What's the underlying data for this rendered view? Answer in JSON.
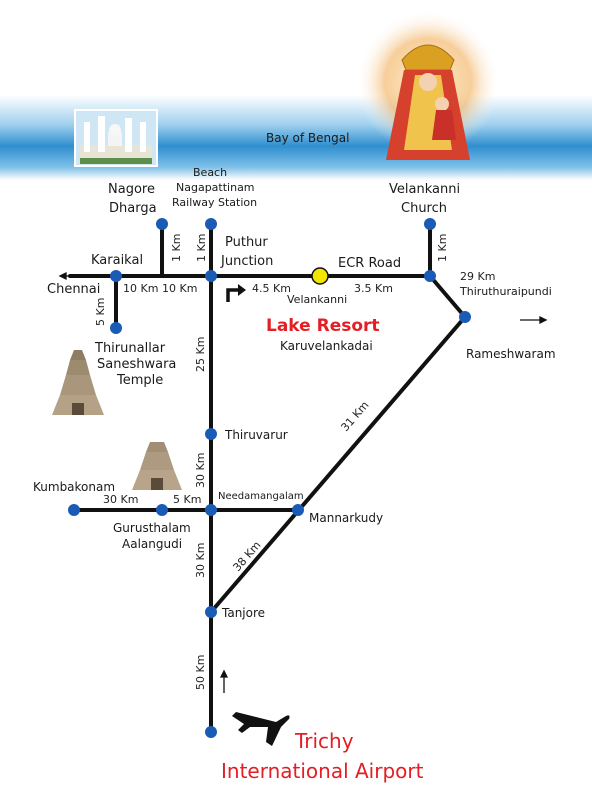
{
  "sea": {
    "label": "Bay of Bengal",
    "color": "#2f8fcf"
  },
  "route_color": "#111111",
  "node_color": "#1a5bb5",
  "highlight_color": "#f2e600",
  "places": {
    "nagore": [
      "Nagore",
      "Dharga"
    ],
    "nagapattinam": [
      "Beach",
      "Nagapattinam",
      "Railway Station"
    ],
    "velankanni_church": [
      "Velankanni",
      "Church"
    ],
    "karaikal": "Karaikal",
    "puthur": [
      "Puthur",
      "Junction"
    ],
    "ecr": "ECR Road",
    "chennai": "Chennai",
    "thiruthuraipundi": "Thiruthuraipundi",
    "velankanni": "Velankanni",
    "thirunallar": [
      "Thirunallar",
      "Saneshwara",
      "Temple"
    ],
    "rameshwaram": "Rameshwaram",
    "thiruvarur": "Thiruvarur",
    "kumbakonam": "Kumbakonam",
    "needamangalam": "Needamangalam",
    "mannarkudy": "Mannarkudy",
    "gurusthalam": [
      "Gurusthalam",
      "Aalangudi"
    ],
    "tanjore": "Tanjore"
  },
  "resort": {
    "name": "Lake Resort",
    "location": "Karuvelankadai"
  },
  "airport": [
    "Trichy",
    "International Airport"
  ],
  "distances": {
    "nagore_1km": "1 Km",
    "naga_1km": "1 Km",
    "church_1km": "1 Km",
    "karaikal_west": "10 Km",
    "karaikal_east": "10 Km",
    "karaikal_south": "5 Km",
    "puthur_velankanni": "4.5 Km",
    "velankanni_ecr": "3.5 Km",
    "ecr_thiruthuraipundi": "29 Km",
    "puthur_thiruvarur": "25 Km",
    "thiruvarur_needamangalam": "30 Km",
    "kumbakonam_gurusthalam": "30 Km",
    "gurusthalam_needamangalam": "5 Km",
    "needamangalam_tanjore": "30 Km",
    "thiruthuraipundi_mannarkudy": "31 Km",
    "mannarkudy_tanjore": "38 Km",
    "tanjore_trichy": "50 Km"
  }
}
